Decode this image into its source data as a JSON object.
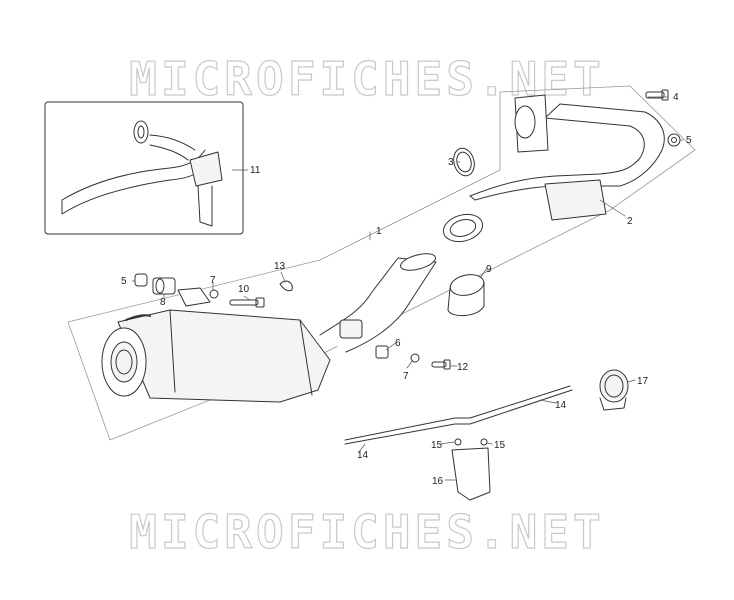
{
  "watermark": {
    "text": "MICROFICHES.NET"
  },
  "colors": {
    "line": "#333333",
    "muffler_fill": "#f4f4f4",
    "watermark_outline": "#c9c9c9"
  },
  "parts": [
    {
      "id": "p1",
      "name": "callout-1",
      "label": "1"
    },
    {
      "id": "p2",
      "name": "callout-2",
      "label": "2"
    },
    {
      "id": "p3",
      "name": "callout-3",
      "label": "3"
    },
    {
      "id": "p4",
      "name": "callout-4",
      "label": "4"
    },
    {
      "id": "p5a",
      "name": "callout-5-right",
      "label": "5"
    },
    {
      "id": "p5b",
      "name": "callout-5-left",
      "label": "5"
    },
    {
      "id": "p6",
      "name": "callout-6",
      "label": "6"
    },
    {
      "id": "p7a",
      "name": "callout-7-top",
      "label": "7"
    },
    {
      "id": "p7b",
      "name": "callout-7-bottom",
      "label": "7"
    },
    {
      "id": "p8",
      "name": "callout-8",
      "label": "8"
    },
    {
      "id": "p9",
      "name": "callout-9",
      "label": "9"
    },
    {
      "id": "p10",
      "name": "callout-10",
      "label": "10"
    },
    {
      "id": "p11",
      "name": "callout-11",
      "label": "11"
    },
    {
      "id": "p12",
      "name": "callout-12",
      "label": "12"
    },
    {
      "id": "p13",
      "name": "callout-13",
      "label": "13"
    },
    {
      "id": "p14a",
      "name": "callout-14-right",
      "label": "14"
    },
    {
      "id": "p14b",
      "name": "callout-14-left",
      "label": "14"
    },
    {
      "id": "p15a",
      "name": "callout-15-left",
      "label": "15"
    },
    {
      "id": "p15b",
      "name": "callout-15-right",
      "label": "15"
    },
    {
      "id": "p16",
      "name": "callout-16",
      "label": "16"
    },
    {
      "id": "p17",
      "name": "callout-17",
      "label": "17"
    }
  ]
}
